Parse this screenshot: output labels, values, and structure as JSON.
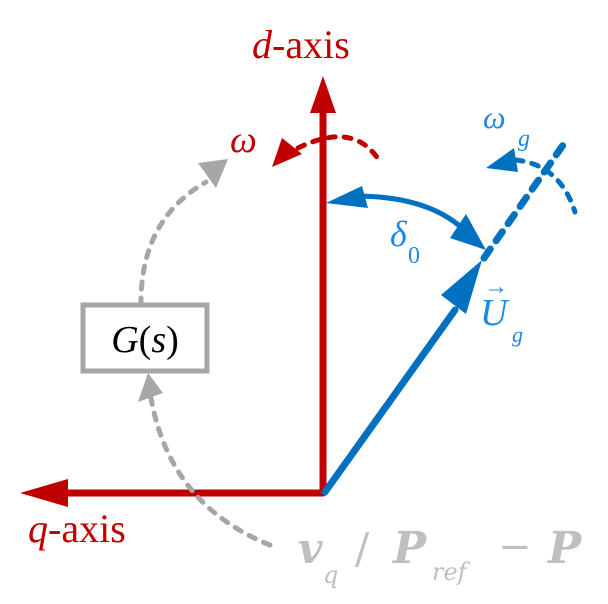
{
  "colors": {
    "axis_red": "#c00000",
    "grid_blue": "#0070c0",
    "grid_blue_label": "#1e88e5",
    "feedback_gray": "#a6a6a6",
    "label_gray": "#bfbfbf",
    "box_text": "#000000",
    "background": "#ffffff"
  },
  "labels": {
    "d_axis_var": "d",
    "d_axis_suffix": "-axis",
    "q_axis_var": "q",
    "q_axis_suffix": "-axis",
    "omega": "ω",
    "omega_g": "ω",
    "omega_g_sub": "g",
    "delta": "δ",
    "delta_sub": "0",
    "u_vector": "U",
    "u_vector_arrow": "→",
    "u_vector_sub": "g",
    "transfer_function": "G(s)",
    "tf_G": "G",
    "tf_open": "(",
    "tf_s": "s",
    "tf_close": ")",
    "input_v": "v",
    "input_v_sub": "q",
    "input_sep": "/",
    "input_P": "P",
    "input_P_sub": "ref",
    "input_minus": "−",
    "input_P2": "P"
  }
}
